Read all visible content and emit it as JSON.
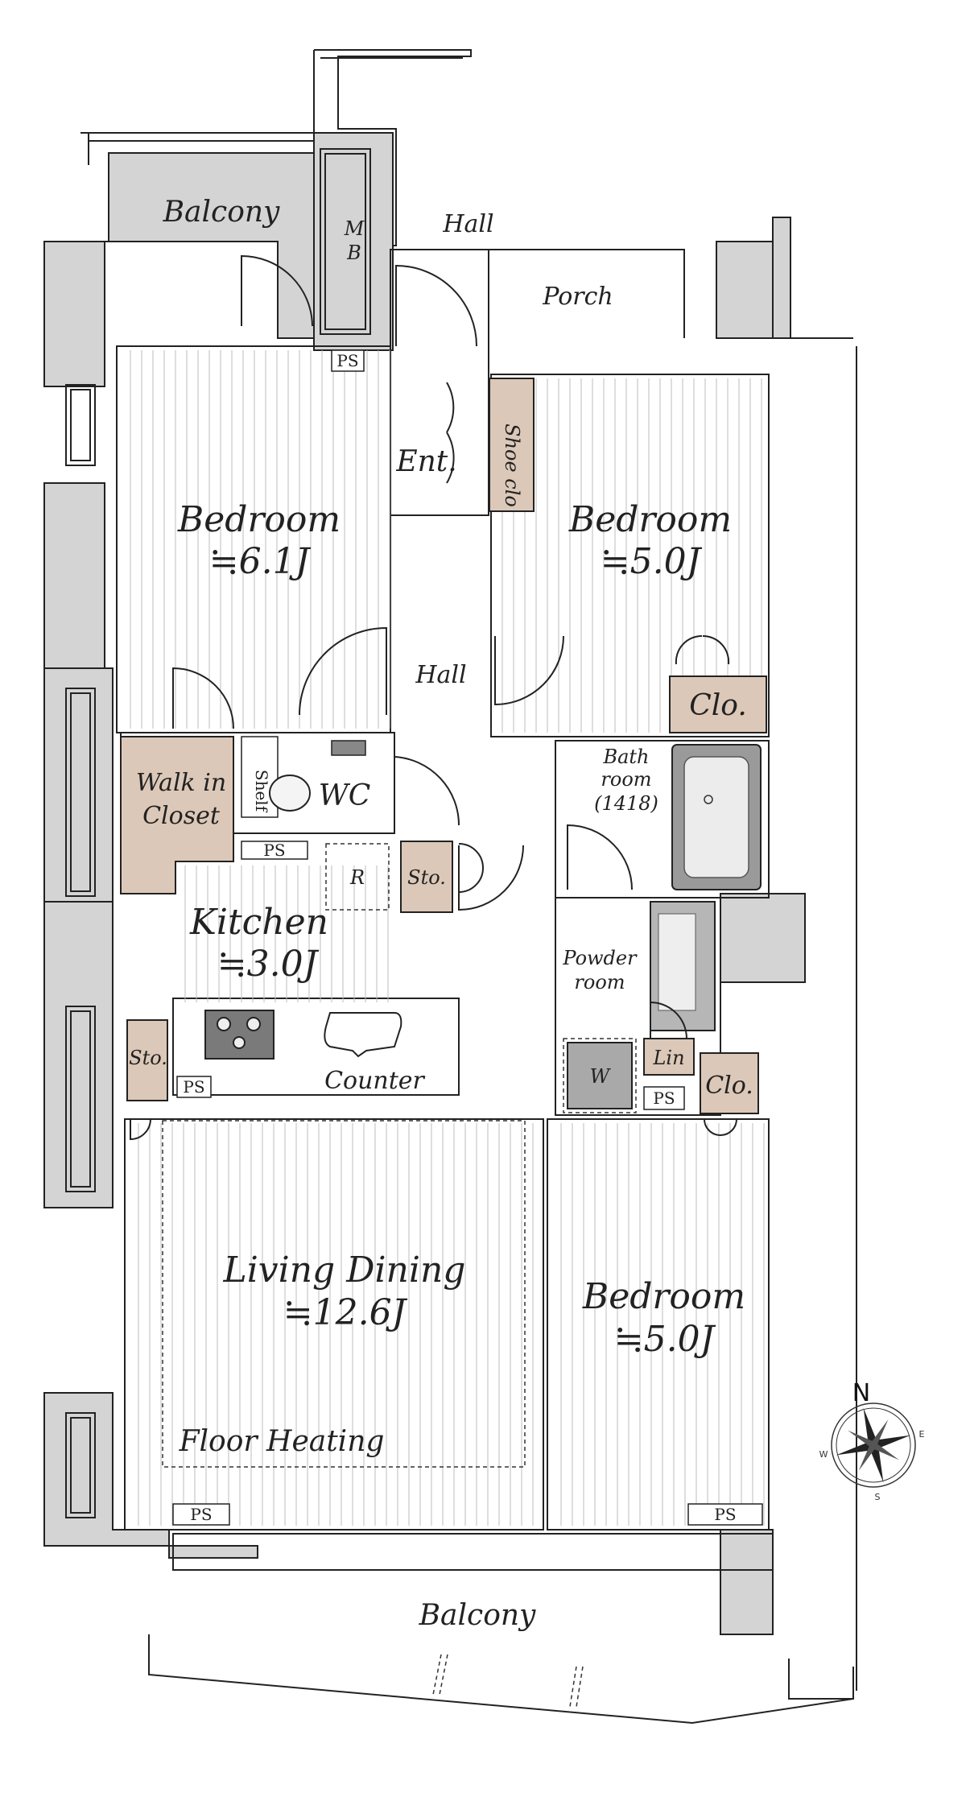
{
  "rooms": {
    "balcony_top": "Balcony",
    "mb_line1": "M",
    "mb_line2": "B",
    "hall_top": "Hall",
    "porch": "Porch",
    "entrance": "Ent.",
    "shoe_closet": "Shoe clo",
    "bedroom_left": {
      "name": "Bedroom",
      "size": "≒6.1J"
    },
    "bedroom_right": {
      "name": "Bedroom",
      "size": "≒5.0J"
    },
    "hall_mid": "Hall",
    "closet_right": "Clo.",
    "walk_in_line1": "Walk in",
    "walk_in_line2": "Closet",
    "shelf": "Shelf",
    "wc": "WC",
    "bath_line1": "Bath",
    "bath_line2": "room",
    "bath_line3": "(1418)",
    "refrigerator": "R",
    "storage_mid": "Sto.",
    "kitchen": {
      "name": "Kitchen",
      "size": "≒3.0J"
    },
    "powder_line1": "Powder",
    "powder_line2": "room",
    "washer": "W",
    "linen": "Lin",
    "closet_lower": "Clo.",
    "storage_left": "Sto.",
    "counter": "Counter",
    "living": {
      "name": "Living Dining",
      "size": "≒12.6J"
    },
    "bedroom_bottom": {
      "name": "Bedroom",
      "size": "≒5.0J"
    },
    "floor_heating": "Floor Heating",
    "balcony_bottom": "Balcony",
    "ps": [
      "PS",
      "PS",
      "PS",
      "PS",
      "PS",
      "PS"
    ]
  },
  "compass": {
    "north": "N",
    "east": "E",
    "west": "W",
    "south": "S"
  },
  "colors": {
    "wall": "#d4d4d4",
    "storage": "#dcc8b8",
    "line": "#222222"
  }
}
